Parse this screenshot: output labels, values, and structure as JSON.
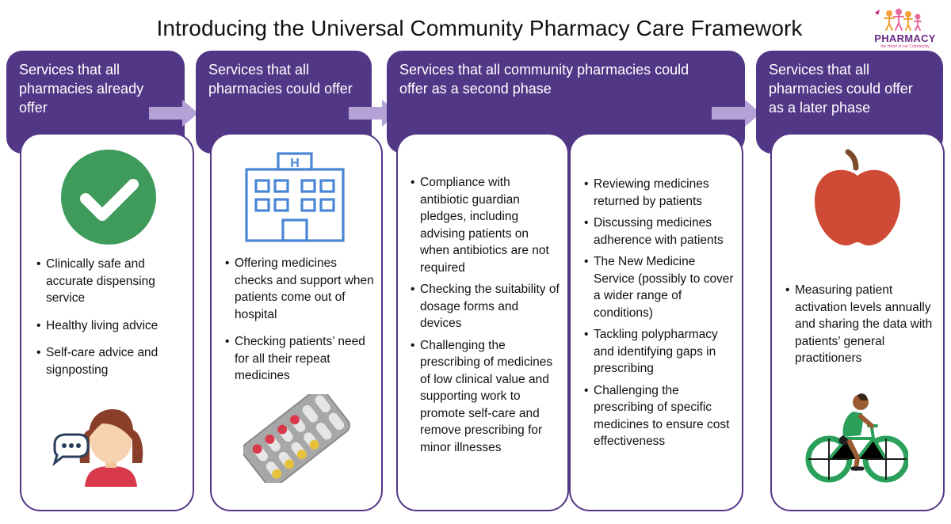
{
  "title": "Introducing the Universal Community Pharmacy Care Framework",
  "logo": {
    "word": "PHARMACY",
    "tagline": "the Heart of our Community"
  },
  "columns": [
    {
      "header": "Services that all pharmacies already offer",
      "icon": "checkmark-icon",
      "items": [
        "Clinically safe and accurate dispensing service",
        "Healthy living advice",
        "Self-care advice and signposting"
      ],
      "illustration": "person-speech-bubble-icon"
    },
    {
      "header": "Services that all pharmacies could offer",
      "icon": "hospital-icon",
      "items": [
        "Offering medicines checks and support when patients come out of hospital",
        "Checking patients’ need for all their repeat medicines"
      ],
      "illustration": "pill-blister-pack-icon"
    },
    {
      "header": "Services that all community pharmacies could offer as a second phase",
      "items_a": [
        "Compliance with antibiotic guardian pledges, including advising patients on when antibiotics are not required",
        "Checking the suitability of dosage forms and devices",
        "Challenging the prescribing of medicines of low clinical value and supporting work to promote self-care and remove prescribing for minor illnesses"
      ],
      "items_b": [
        "Reviewing medicines returned by patients",
        "Discussing medicines adherence with patients",
        "The New Medicine Service (possibly to cover a wider range of conditions)",
        "Tackling polypharmacy and identifying gaps in prescribing",
        "Challenging the prescribing of specific medicines to ensure cost effectiveness"
      ]
    },
    {
      "header": "Services that all pharmacies could offer as a later phase",
      "icon": "apple-icon",
      "items": [
        "Measuring patient activation levels annually and sharing the data with patients’ general practitioners"
      ],
      "illustration": "cyclist-icon"
    }
  ],
  "colors": {
    "header": "#533787",
    "arrow": "#b4a2d6",
    "check": "#3e9b5c",
    "hospital": "#4a86d6",
    "apple": "#cf4a34"
  }
}
